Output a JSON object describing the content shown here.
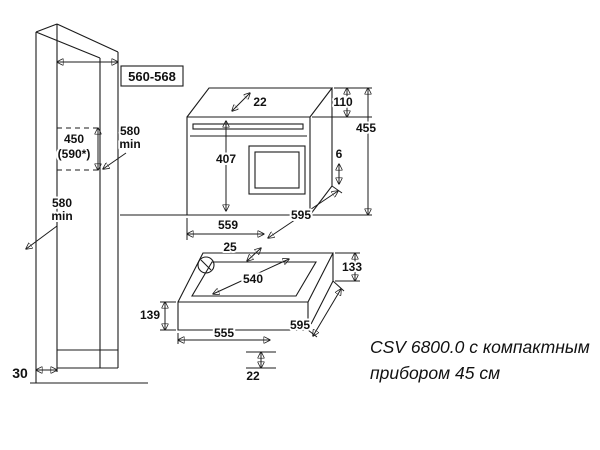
{
  "dims": {
    "niche_depth": "560-568",
    "top_clearance": "22",
    "upper_offset": "110",
    "niche_height": "455",
    "shelf_height": "450",
    "shelf_height_alt": "(590*)",
    "min_depth_upper_value": "580",
    "min_depth_upper_unit": "min",
    "min_depth_lower_value": "580",
    "min_depth_lower_unit": "min",
    "appliance_height": "407",
    "rear_gap": "6",
    "appliance_depth": "559",
    "appliance_width": "595",
    "mid_clearance": "25",
    "drawer_inner_depth": "540",
    "drawer_niche_height": "133",
    "drawer_front_height": "139",
    "drawer_depth": "555",
    "drawer_width": "595",
    "bottom_clearance": "22",
    "plinth_recess": "30"
  },
  "caption": {
    "line1": "CSV 6800.0 с компактным",
    "line2": "прибором 45 см"
  }
}
